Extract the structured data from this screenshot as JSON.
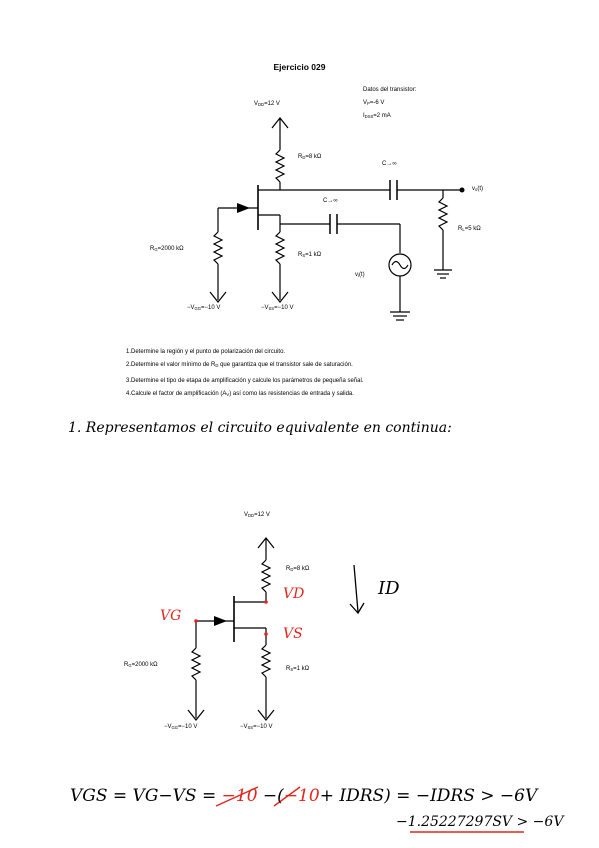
{
  "title": "Ejercicio 029",
  "transistor": {
    "heading": "Datos del transistor:",
    "vp_label": "V",
    "vp_sub": "P",
    "vp_value": "=-6 V",
    "idss_label": "I",
    "idss_sub": "DSS",
    "idss_value": "=2 mA"
  },
  "circuit1": {
    "vdd": {
      "main": "V",
      "sub": "DD",
      "value": "=12 V"
    },
    "rd": {
      "main": "R",
      "sub": "D",
      "value": "=8 kΩ"
    },
    "rs": {
      "main": "R",
      "sub": "S",
      "value": "=1 kΩ"
    },
    "rg": {
      "main": "R",
      "sub": "G",
      "value": "=2000 kΩ"
    },
    "rl": {
      "main": "R",
      "sub": "L",
      "value": "=5 kΩ"
    },
    "vgg": {
      "main": "−V",
      "sub": "GG",
      "value": "=−10 V"
    },
    "vss": {
      "main": "−V",
      "sub": "SS",
      "value": "=−10 V"
    },
    "c_out": "C→∞",
    "c_in": "C→∞",
    "vo": {
      "main": "v",
      "sub": "o",
      "value": "(t)"
    },
    "vi": {
      "main": "v",
      "sub": "i",
      "value": "(t)"
    }
  },
  "questions": [
    "1.Determine la región y el punto de polarización del circuito.",
    "2.Determine el valor mínimo de R",
    "3.Determine el tipo de etapa de amplificación y calcule los parámetros de pequeña señal.",
    "4.Calcule el factor de amplificación (A"
  ],
  "q2_sub": "D",
  "q2_rest": " que garantiza que el transistor sale de saturación.",
  "q4_sub": "V",
  "q4_rest": ") así como las resistencias de entrada y salida.",
  "handwritten": {
    "line1": "1. Representamos el circuito equivalente en continua:",
    "id_label": "ID",
    "vd_label": "VD",
    "vs_label": "VS",
    "vg_label": "VG",
    "eq_left": "VGS = VG−VS = ",
    "eq_strike1": "−10",
    "eq_mid": " −(",
    "eq_strike2": "−10",
    "eq_right": "+ IDRS) = −IDRS > −6V",
    "eq_result": "−1.25227297SV > −6V"
  },
  "circuit2": {
    "vdd": {
      "main": "V",
      "sub": "DD",
      "value": "=12 V"
    },
    "rd": {
      "main": "R",
      "sub": "D",
      "value": "=8 kΩ"
    },
    "rs": {
      "main": "R",
      "sub": "S",
      "value": "=1 kΩ"
    },
    "rg": {
      "main": "R",
      "sub": "G",
      "value": "=2000 kΩ"
    },
    "vgg": {
      "main": "−V",
      "sub": "GG",
      "value": "=−10 V"
    },
    "vss": {
      "main": "−V",
      "sub": "SS",
      "value": "=−10 V"
    }
  },
  "colors": {
    "ink": "#000000",
    "red": "#e0261d"
  }
}
